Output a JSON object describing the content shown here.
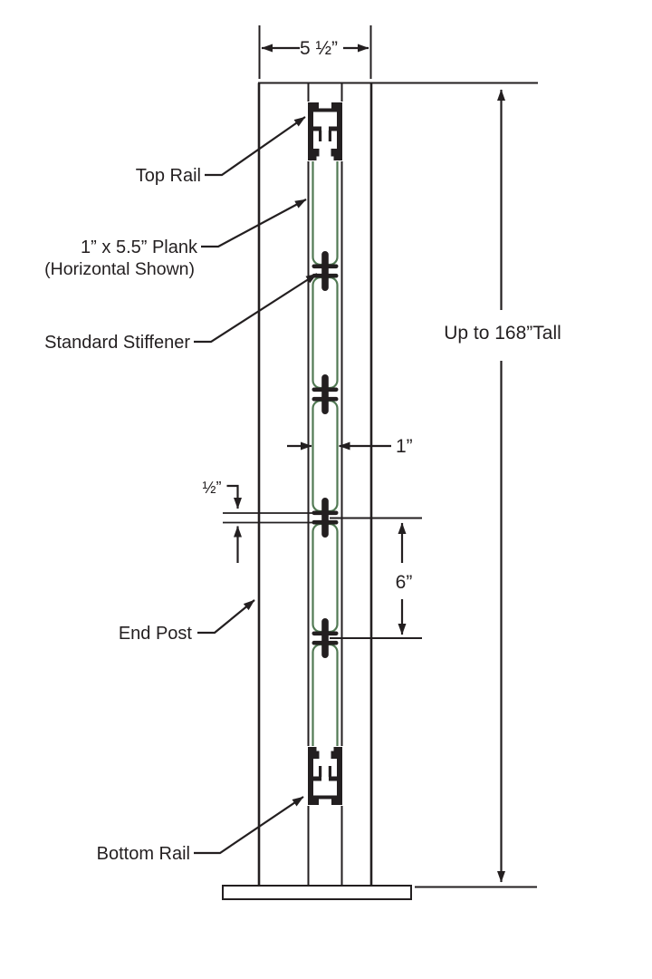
{
  "colors": {
    "line": "#231f20",
    "plank": "#527a54",
    "background": "#ffffff"
  },
  "labels": {
    "top_rail": "Top Rail",
    "plank_line1": "1” x 5.5” Plank",
    "plank_line2": "(Horizontal Shown)",
    "stiffener": "Standard Stiffener",
    "end_post": "End Post",
    "bottom_rail": "Bottom Rail"
  },
  "dimensions": {
    "width": "5 ½”",
    "height": "Up to 168”Tall",
    "plank_thickness": "1”",
    "half_gap": "½”",
    "stiffener_spacing": "6”"
  }
}
